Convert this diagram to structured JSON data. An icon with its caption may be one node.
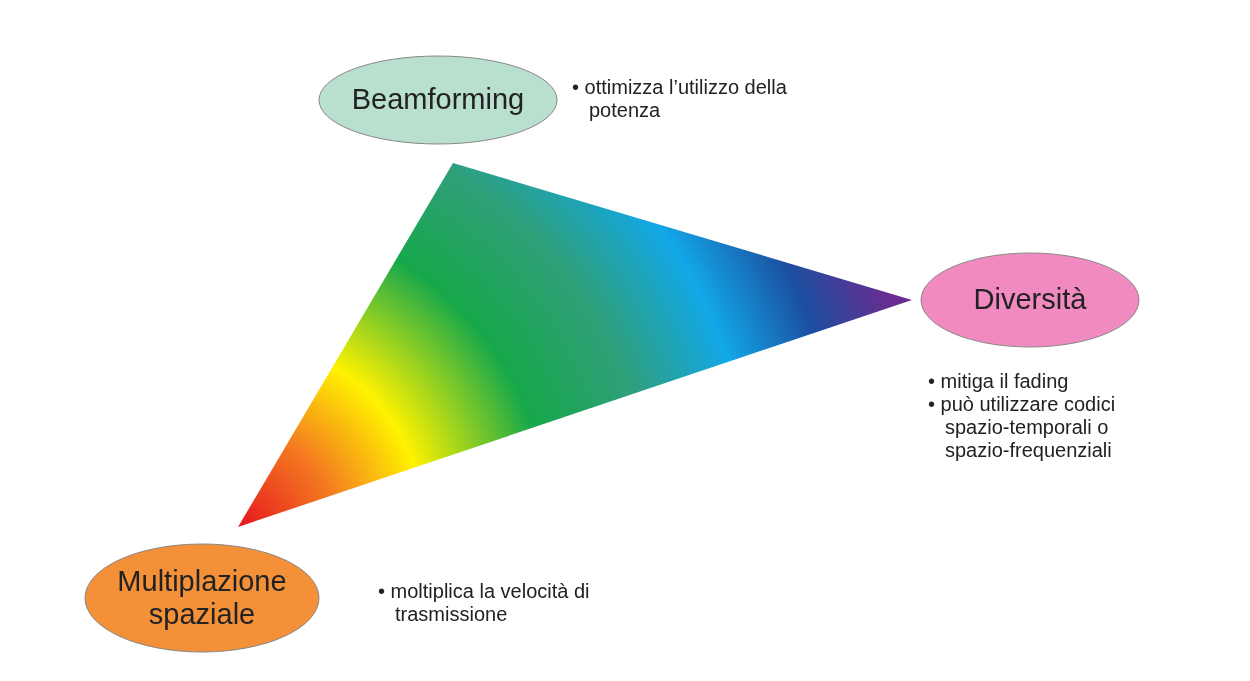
{
  "diagram": {
    "nodes": [
      {
        "text": [
          "Beamforming"
        ],
        "beside": [
          "• ottimizza l’utilizzo della potenza"
        ]
      },
      {
        "text": [
          "Diversità"
        ],
        "beside": [
          "• mitiga il fading",
          "• può utilizzare codici spazio-temporali o spazio-frequenziali"
        ]
      },
      {
        "text": [
          "Multiplazione spaziale"
        ],
        "beside": [
          "• moltiplica la velocità di trasmissione"
        ]
      },
      {
        "text": [],
        "shape": "triangle"
      }
    ]
  }
}
